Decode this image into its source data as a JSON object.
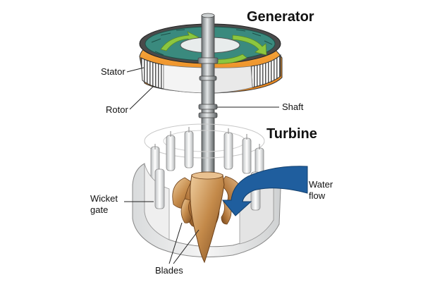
{
  "titles": {
    "generator": "Generator",
    "turbine": "Turbine"
  },
  "labels": {
    "stator": "Stator",
    "rotor": "Rotor",
    "shaft": "Shaft",
    "wicket_gate_line1": "Wicket",
    "wicket_gate_line2": "gate",
    "water_flow_line1": "Water",
    "water_flow_line2": "flow",
    "blades": "Blades"
  },
  "colors": {
    "stator_teal": "#3a8a7e",
    "rotor_orange": "#f29a1e",
    "rotation_arrow_green": "#8cc63f",
    "water_blue": "#1f5e9e",
    "blade_bronze": "#c48a4a",
    "housing_gray": "#e6e6e6"
  }
}
